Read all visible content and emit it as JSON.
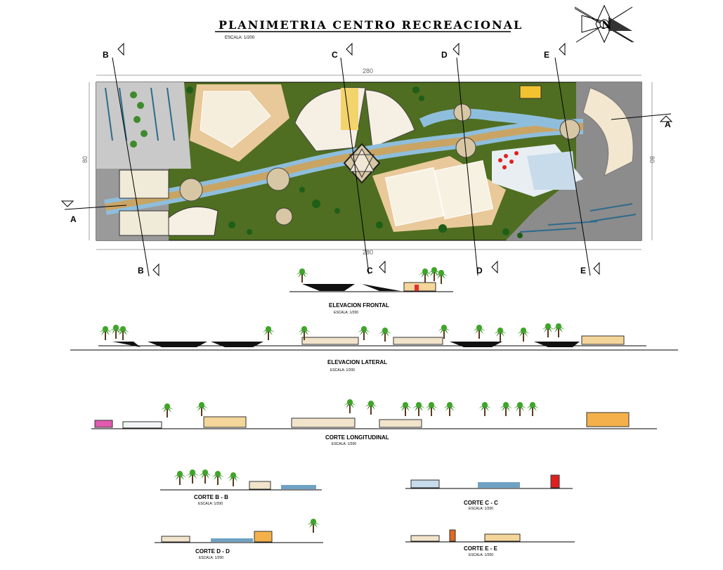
{
  "title": "PLANIMETRIA CENTRO RECREACIONAL",
  "scale": "ESCALA: 1/200",
  "plan": {
    "dim_width": "280",
    "dim_height": "80",
    "section_marks": {
      "a_left": "A",
      "a_right": "A",
      "b_top": "B",
      "b_bottom": "B",
      "c_top": "C",
      "c_bottom": "C",
      "d_top": "D",
      "d_bottom": "D",
      "e_top": "E",
      "e_bottom": "E"
    }
  },
  "views": {
    "frontal": {
      "title": "ELEVACION FRONTAL",
      "scale": "ESCALA: 1/200"
    },
    "lateral": {
      "title": "ELEVACION LATERAL",
      "scale": "ESCALA: 1/200"
    },
    "longitudinal": {
      "title": "CORTE LONGITUDINAL",
      "scale": "ESCALA: 1/200"
    },
    "bb": {
      "title": "CORTE B - B",
      "scale": "ESCALA: 1/200"
    },
    "cc": {
      "title": "CORTE C - C",
      "scale": "ESCALA: 1/200"
    },
    "dd": {
      "title": "CORTE D - D",
      "scale": "ESCALA: 1/200"
    },
    "ee": {
      "title": "CORTE E - E",
      "scale": "ESCALA: 1/200"
    }
  },
  "compass": {
    "letter": "N"
  },
  "colors": {
    "grass": "#4f6e21",
    "path": "#c9a463",
    "court": "#f3e3c8",
    "water": "#6fa2c4",
    "palm": "#2e8b1e",
    "ground": "#1a1a1a",
    "gray_area": "#8c8c8c"
  }
}
